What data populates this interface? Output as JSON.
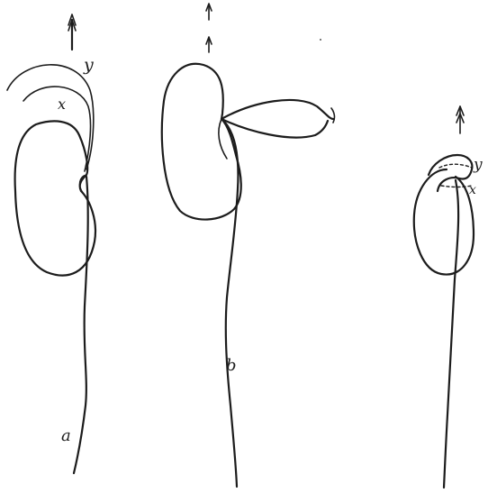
{
  "figure": {
    "labels": {
      "a": "a",
      "b": "b",
      "a_x": "x",
      "a_y": "y",
      "c_x": "x",
      "c_y": "y"
    },
    "ink_color": "#1c1c1c",
    "background": "#ffffff"
  }
}
